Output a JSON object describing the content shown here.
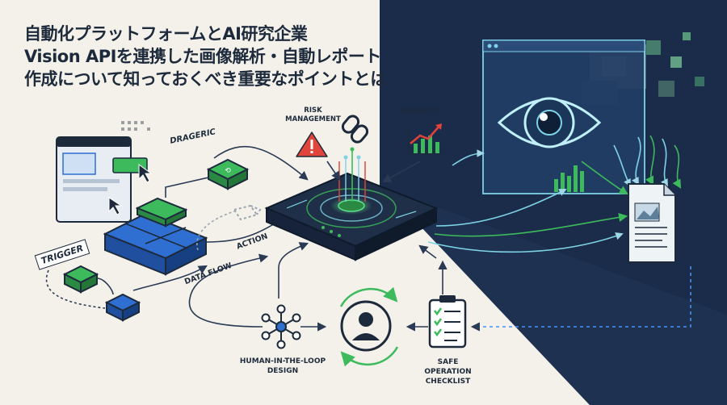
{
  "title": {
    "line1": "自動化プラットフォームとAI研究企業",
    "line2": "Vision APIを連携した画像解析・自動レポート",
    "line3": "作成について知っておくべき重要なポイントとは"
  },
  "labels": {
    "trigger": "TRIGGER",
    "drageric": "DRAGERIC",
    "action": "ACTION",
    "data_flow": "DATA FLOW",
    "risk_management": "RISK MANAGEMENT",
    "security": "SECURITY",
    "human_in_the_loop": "HUMAN-IN-THE-LOOP DESIGN",
    "safe_operation_checklist": "SAFE OPERATION CHECKLIST"
  },
  "icons": {
    "warning": "warning-triangle-icon",
    "chain": "chain-link-icon",
    "trend": "trend-chart-icon",
    "eye": "eye-icon",
    "report": "report-document-icon",
    "network": "network-nodes-icon",
    "person": "person-icon",
    "checklist": "checklist-clipboard-icon",
    "cursor": "mouse-cursor-icon"
  },
  "colors": {
    "background": "#f3f1ea",
    "dark_panel": "#1b2c4a",
    "ink": "#1d2a3b",
    "accent_green": "#3dbb5c",
    "accent_blue": "#2f6fd1",
    "accent_red": "#e0443a",
    "teal": "#7fd3e6"
  }
}
